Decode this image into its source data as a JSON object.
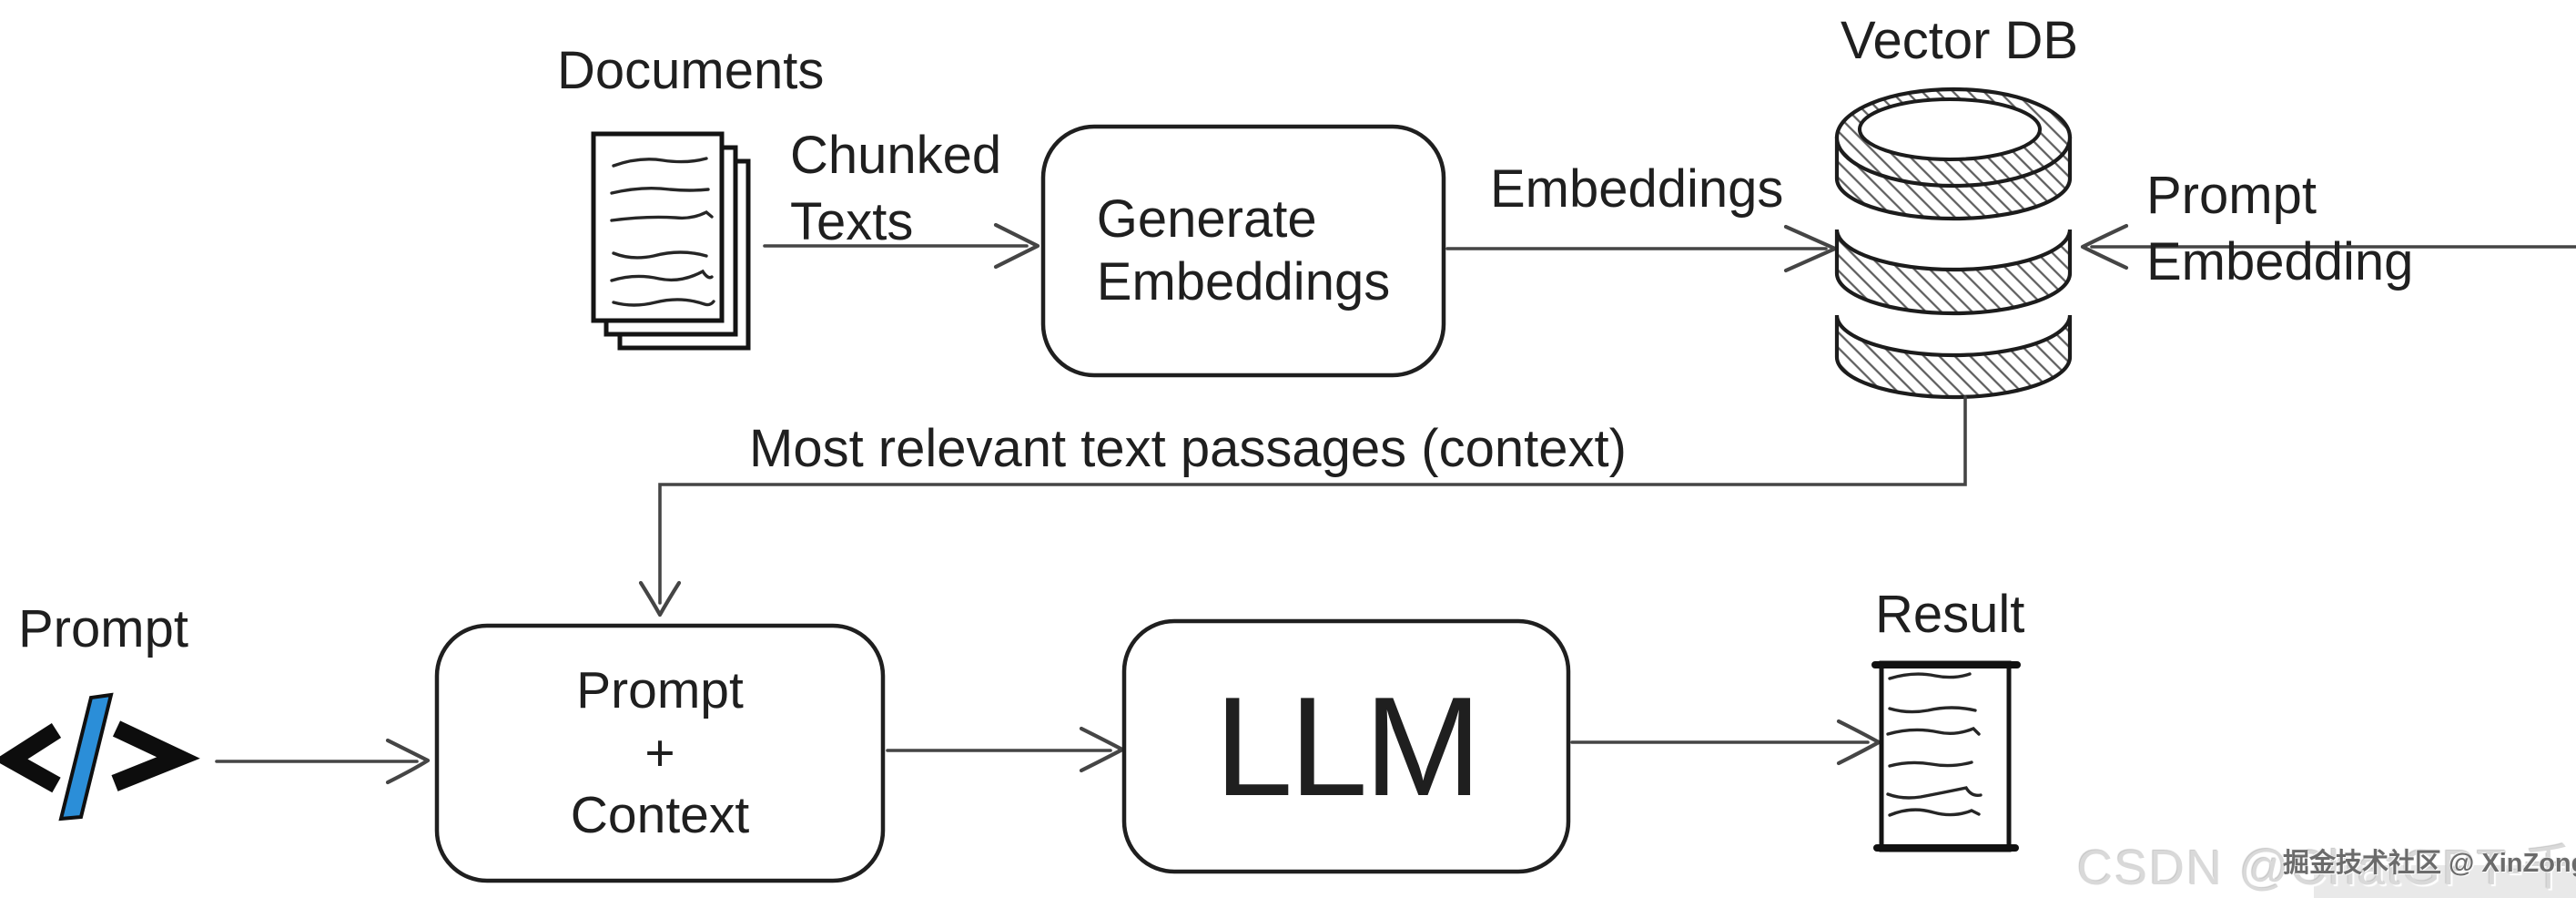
{
  "diagram": {
    "nodes": {
      "documents": {
        "label": "Documents"
      },
      "generate_embeddings": {
        "label": "Generate\nEmbeddings"
      },
      "vector_db": {
        "label": "Vector DB"
      },
      "prompt": {
        "label": "Prompt"
      },
      "prompt_plus_context": {
        "label": "Prompt\n+\nContext"
      },
      "llm": {
        "label": "LLM"
      },
      "result": {
        "label": "Result"
      }
    },
    "edges": {
      "chunked_texts": {
        "label": "Chunked\nTexts"
      },
      "embeddings": {
        "label": "Embeddings"
      },
      "prompt_embedding": {
        "label": "Prompt Embedding"
      },
      "context_passages": {
        "label": "Most relevant text passages (context)"
      }
    }
  },
  "watermarks": {
    "csdn": "CSDN @ChatGPT-千鑫",
    "juejin": "掘金技术社区 @ XinZong"
  },
  "colors": {
    "background": "#ffffff",
    "ink": "#1f1f1f",
    "arrow": "#454545",
    "hatch": "#5f5f5f",
    "code_slash_blue": "#2b8ed8",
    "watermark_light": "#d9d9d9",
    "watermark_dark": "#6b6b6b"
  }
}
